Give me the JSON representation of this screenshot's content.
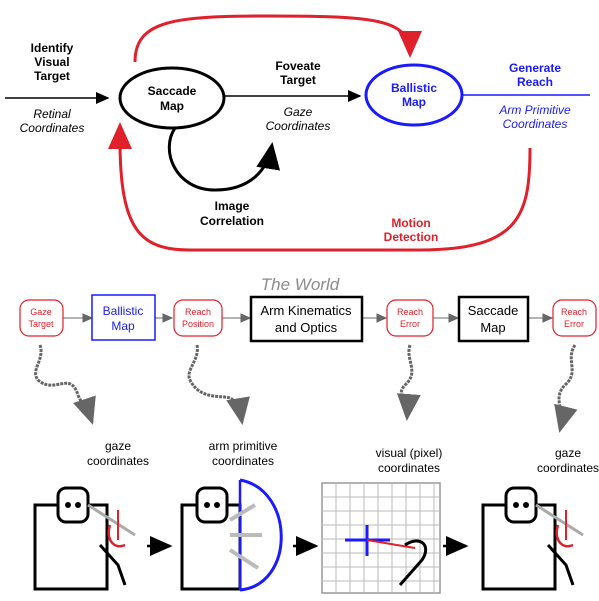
{
  "top_diagram": {
    "identify_target": [
      "Identify",
      "Visual",
      "Target"
    ],
    "retinal_coordinates": [
      "Retinal",
      "Coordinates"
    ],
    "saccade_map": [
      "Saccade",
      "Map"
    ],
    "foveate_target": [
      "Foveate",
      "Target"
    ],
    "gaze_coordinates": [
      "Gaze",
      "Coordinates"
    ],
    "ballistic_map": [
      "Ballistic",
      "Map"
    ],
    "generate_reach": [
      "Generate",
      "Reach"
    ],
    "arm_primitive_coordinates": [
      "Arm Primitive",
      "Coordinates"
    ],
    "image_correlation": [
      "Image",
      "Correlation"
    ],
    "motion_detection": [
      "Motion",
      "Detection"
    ]
  },
  "bottom_diagram": {
    "the_world": "The World",
    "gaze_target": [
      "Gaze",
      "Target"
    ],
    "ballistic_map": [
      "Ballistic",
      "Map"
    ],
    "reach_position": [
      "Reach",
      "Position"
    ],
    "arm_kinematics": [
      "Arm Kinematics",
      "and Optics"
    ],
    "reach_error_1": [
      "Reach",
      "Error"
    ],
    "saccade_map": [
      "Saccade",
      "Map"
    ],
    "reach_error_2": [
      "Reach",
      "Error"
    ],
    "gaze_coordinates_1": [
      "gaze",
      "coordinates"
    ],
    "arm_primitive_coordinates": [
      "arm primitive",
      "coordinates"
    ],
    "visual_pixel_coordinates": [
      "visual (pixel)",
      "coordinates"
    ],
    "gaze_coordinates_2": [
      "gaze",
      "coordinates"
    ]
  },
  "colors": {
    "red": "#e0202a",
    "blue": "#1a1aff",
    "black": "#000000",
    "gray": "#8a8a8a"
  }
}
